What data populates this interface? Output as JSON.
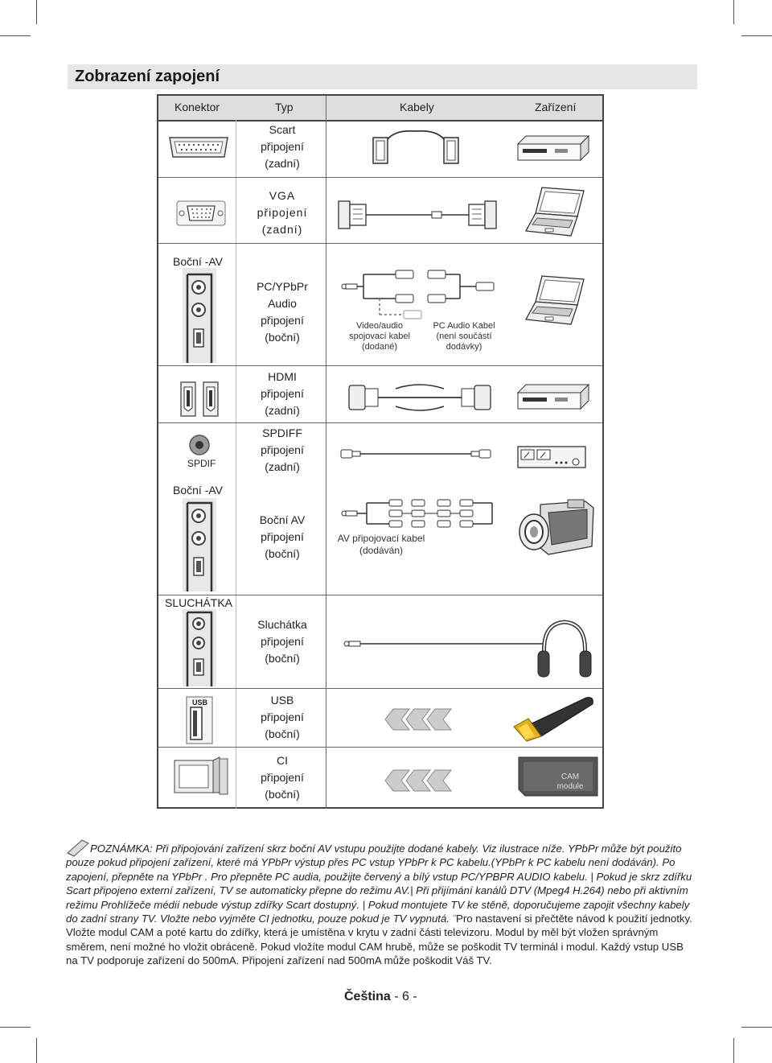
{
  "page": {
    "title": "Zobrazení zapojení",
    "footer_lang": "Čeština",
    "footer_page": " - 6 -"
  },
  "table": {
    "headers": {
      "connector": "Konektor",
      "type": "Typ",
      "cables": "Kabely",
      "device": "Zařízení"
    },
    "rows": {
      "scart": {
        "name": "Scart",
        "line2": "připojení",
        "line3": "(zadní)"
      },
      "vga": {
        "name": "VGA",
        "line2": "připojení",
        "line3": "(zadní)"
      },
      "pc_audio": {
        "side_label": "Boční -AV",
        "name": "PC/YPbPr",
        "line2": "Audio",
        "line3": "připojení",
        "line4": "(boční)",
        "cable1_l1": "Video/audio",
        "cable1_l2": "spojovací kabel",
        "cable1_l3": "(dodané)",
        "cable2_l1": "PC Audio Kabel",
        "cable2_l2": "(není součástí",
        "cable2_l3": "dodávky)"
      },
      "hdmi": {
        "name": "HDMI",
        "line2": "připojení",
        "line3": "(zadní)"
      },
      "spdif": {
        "connector_label": "SPDIF",
        "name": "SPDIFF",
        "line2": "připojení",
        "line3": "(zadní)"
      },
      "side_av": {
        "side_label": "Boční -AV",
        "name": "Boční AV",
        "line2": "připojení",
        "line3": "(boční)",
        "cable_l1": "AV připojovací  kabel",
        "cable_l2": "(dodáván)"
      },
      "headphones": {
        "side_label": "SLUCHÁTKA",
        "name": "Sluchátka",
        "line2": "připojení",
        "line3": "(boční)"
      },
      "usb": {
        "connector_label": "USB",
        "name": "USB",
        "line2": "připojení",
        "line3": "(boční)"
      },
      "ci": {
        "name": "CI",
        "line2": "připojení",
        "line3": "(boční)",
        "cam_l1": "CAM",
        "cam_l2": "module"
      }
    }
  },
  "note": {
    "italic_part": "POZNÁMKA: Při připojování zařízení skrz boční AV vstupu použijte dodané kabely. Viz ilustrace níže. YPbPr může být použito pouze pokud připojení zařízení, které má YPbPr výstup přes PC vstup YPbPr k PC kabelu.(YPbPr k PC kabelu není dodáván). Po zapojení, přepněte na YPbPr . Pro přepněte PC audia, použijte červený a bílý vstup PC/YPBPR AUDIO kabelu. | Pokud je skrz zdířku Scart připojeno externí zařízení, TV se automaticky přepne do režimu AV.| Při přijímání kanálů DTV (Mpeg4 H.264) nebo při aktivním režimu Prohlížeče médií nebude výstup zdířky Scart dostupný. | Pokud montujete TV ke stěně, doporučujeme zapojit všechny kabely do zadní strany TV. Vložte nebo vyjměte CI jednotku, pouze pokud je TV vypnutá. ¨",
    "normal_part": "Pro nastavení si přečtěte návod k použití jednotky. Vložte modul CAM a poté kartu do zdířky, která je umístěna v krytu v zadní části televizoru. Modul by měl být vložen správným směrem, není možné ho vložit obráceně. Pokud vložíte modul CAM hrubě, může se poškodit TV terminál i modul. Každý vstup USB na TV podporuje zařízení do 500mA. Připojení zařízení nad 500mA může poškodit Váš TV."
  },
  "icons": [
    "scart-socket-icon",
    "scart-cable-icon",
    "dvd-player-icon",
    "vga-socket-icon",
    "vga-cable-icon",
    "laptop-icon",
    "side-av-panel-icon",
    "av-cable-icon",
    "hdmi-socket-icon",
    "hdmi-cable-icon",
    "spdif-socket-icon",
    "coax-cable-icon",
    "amplifier-icon",
    "camcorder-icon",
    "jack-cable-icon",
    "headphones-icon",
    "usb-socket-icon",
    "insert-arrows-icon",
    "usb-stick-icon",
    "tv-back-icon",
    "cam-module-icon",
    "pencil-icon"
  ]
}
